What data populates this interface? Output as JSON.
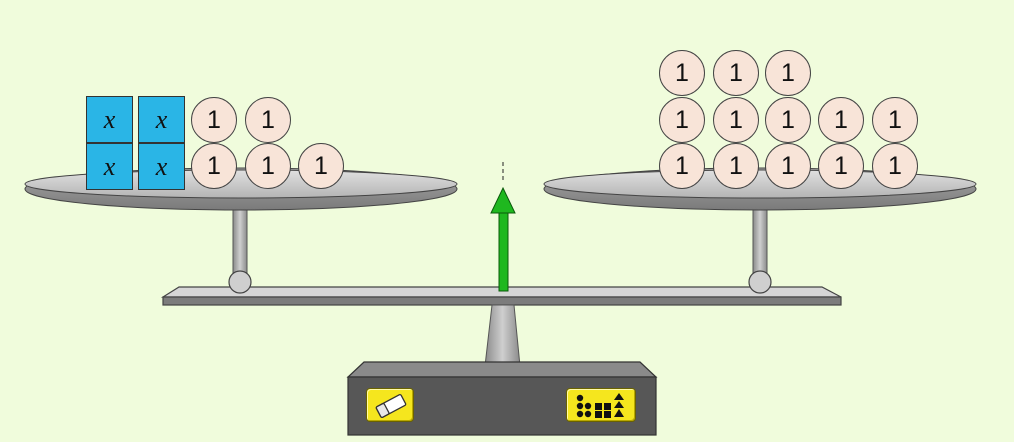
{
  "left_pan": {
    "x_tiles": [
      "x",
      "x",
      "x",
      "x"
    ],
    "unit_tokens": [
      "1",
      "1",
      "1",
      "1",
      "1"
    ]
  },
  "right_pan": {
    "unit_tokens": [
      "1",
      "1",
      "1",
      "1",
      "1",
      "1",
      "1",
      "1",
      "1",
      "1",
      "1",
      "1",
      "1"
    ]
  },
  "indicator": {
    "state": "balanced",
    "color": "#22bb22"
  },
  "buttons": [
    {
      "name": "eraser-button",
      "icon": "eraser-icon"
    },
    {
      "name": "shapes-button",
      "icon": "shapes-icon"
    }
  ],
  "colors": {
    "background": "#f0fcdc",
    "x_tile": "#2ab5e6",
    "unit_token": "#f8e4d8",
    "button": "#f5e61e",
    "base": "#575757"
  }
}
